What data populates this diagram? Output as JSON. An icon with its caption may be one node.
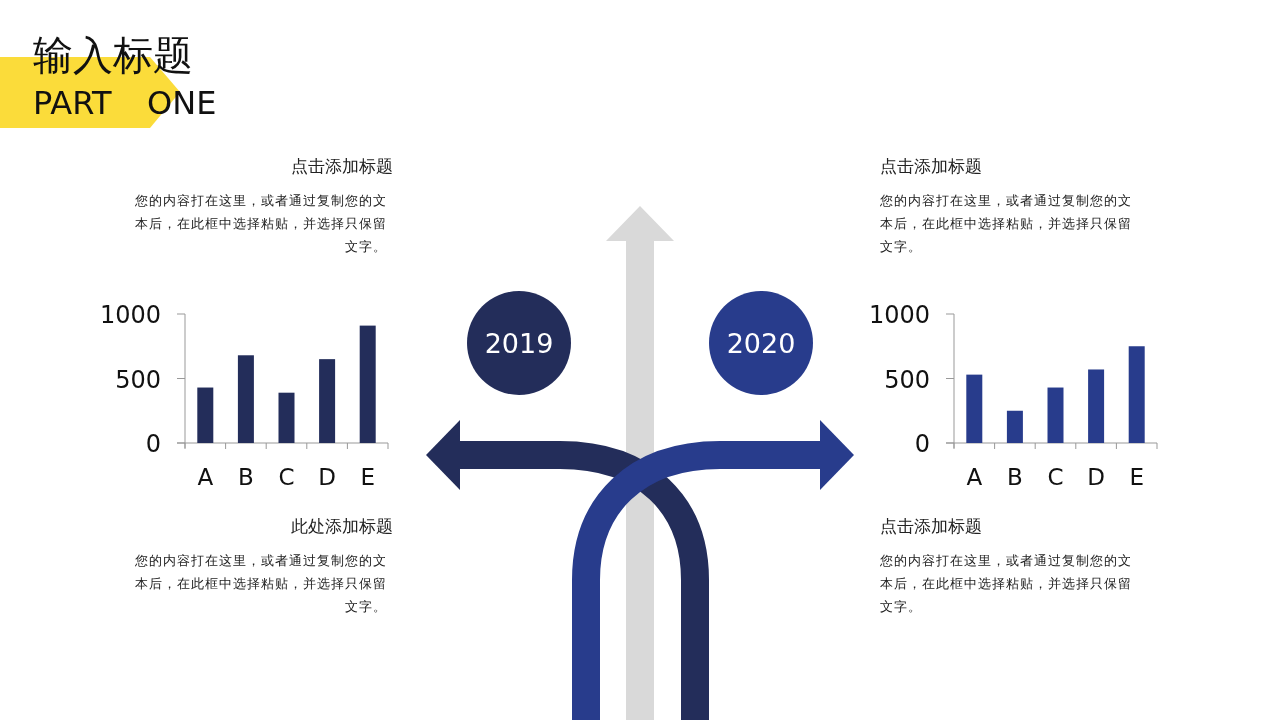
{
  "diagram": {
    "title": "输入标题",
    "nodes": [
      {
        "text": [
          "2019"
        ]
      },
      {
        "text": [
          "2020"
        ]
      }
    ],
    "labels": [
      "PART",
      "ONE",
      "点击添加标题",
      "您的内容打在这里，或者通过复制您的文本后，在此框中选择粘贴，并选择只保留文字。",
      "点击添加标题",
      "您的内容打在这里，或者通过复制您的文本后，在此框中选择粘贴，并选择只保留文字。",
      "此处添加标题",
      "您的内容打在这里，或者通过复制您的文本后，在此框中选择粘贴，并选择只保留文字。",
      "点击添加标题",
      "您的内容打在这里，或者通过复制您的文本后，在此框中选择粘贴，并选择只保留文字。"
    ],
    "chart_data": [
      {
        "type": "bar",
        "categories": [
          "A",
          "B",
          "C",
          "D",
          "E"
        ],
        "series": [
          {
            "color": "#232d5a",
            "values": [
              430,
              680,
              390,
              650,
              910
            ]
          }
        ],
        "ylim": [
          0,
          1000
        ],
        "yticks": [
          0,
          500,
          1000
        ]
      },
      {
        "type": "bar",
        "categories": [
          "A",
          "B",
          "C",
          "D",
          "E"
        ],
        "series": [
          {
            "color": "#283c8c",
            "values": [
              530,
              250,
              430,
              570,
              750
            ]
          }
        ],
        "ylim": [
          0,
          1000
        ],
        "yticks": [
          0,
          500,
          1000
        ]
      }
    ]
  }
}
